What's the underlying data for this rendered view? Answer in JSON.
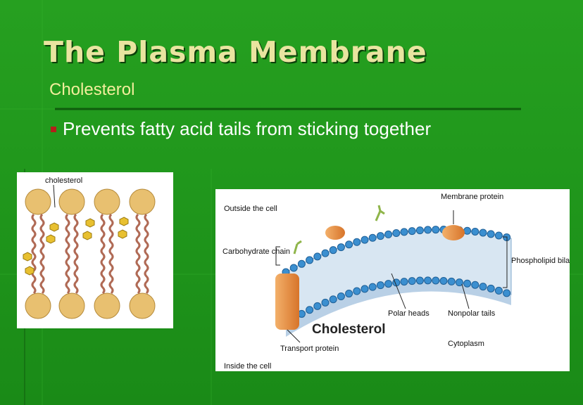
{
  "slide": {
    "title": "The Plasma Membrane",
    "subtitle": "Cholesterol",
    "bullets": [
      "Prevents fatty acid tails from sticking together"
    ]
  },
  "left_figure": {
    "label": "cholesterol"
  },
  "right_figure": {
    "labels": {
      "outside": "Outside the cell",
      "membrane_protein": "Membrane protein",
      "carbohydrate_chain": "Carbohydrate chain",
      "phospholipid_bilayer": "Phospholipid bilayer",
      "polar_heads": "Polar heads",
      "nonpolar_tails": "Nonpolar tails",
      "cholesterol": "Cholesterol",
      "transport_protein": "Transport protein",
      "cytoplasm": "Cytoplasm",
      "inside": "Inside the cell"
    }
  },
  "colors": {
    "background": "#1f951b",
    "title": "#e9e4a0",
    "subtitle": "#f2ee9c",
    "bullet_mark": "#b3201a",
    "head_blue": "#3b8fd0",
    "head_tan": "#e8c070",
    "protein_orange": "#e58a3a"
  }
}
